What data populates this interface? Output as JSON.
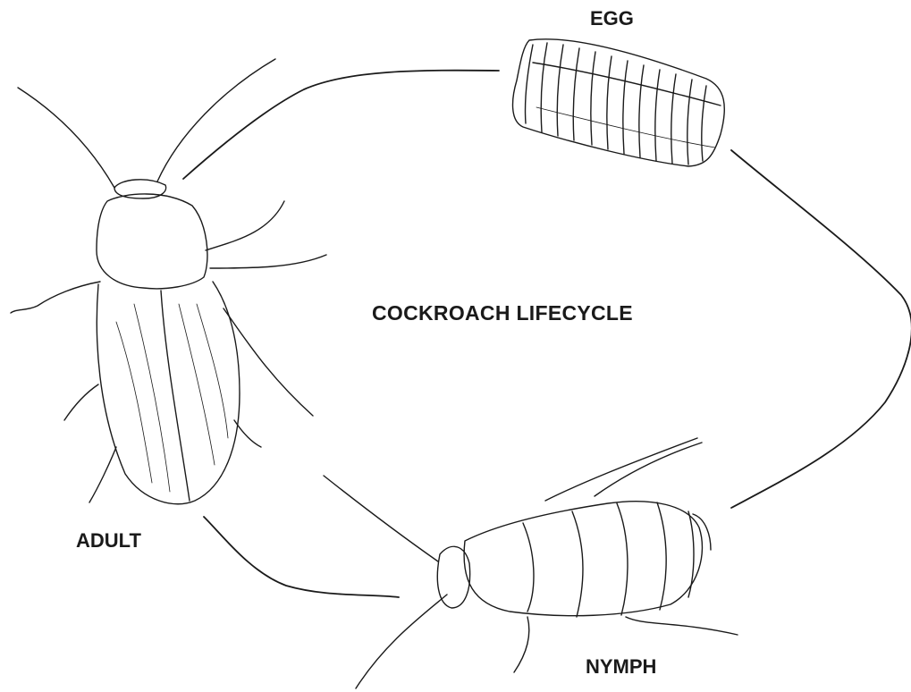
{
  "diagram": {
    "title": "COCKROACH LIFECYCLE",
    "stages": {
      "egg": "EGG",
      "nymph": "NYMPH",
      "adult": "ADULT"
    },
    "cycle_order": [
      "egg",
      "nymph",
      "adult"
    ],
    "ink_color": "#1a1a1a",
    "background_color": "#ffffff"
  }
}
